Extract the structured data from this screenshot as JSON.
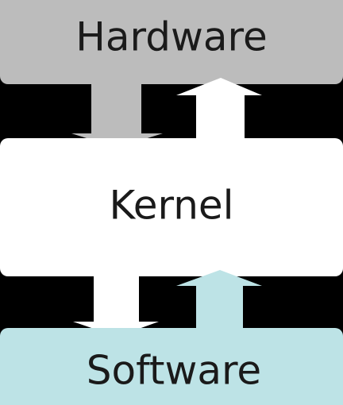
{
  "layers": {
    "hardware": {
      "label": "Hardware",
      "color": "#bcbcbc"
    },
    "kernel": {
      "label": "Kernel",
      "color": "#ffffff"
    },
    "software": {
      "label": "Software",
      "color": "#bde3e6"
    }
  },
  "arrows": {
    "hardware_to_kernel": {
      "direction": "down",
      "color": "#bcbcbc"
    },
    "kernel_to_hardware": {
      "direction": "up",
      "color": "#ffffff"
    },
    "kernel_to_software": {
      "direction": "down",
      "color": "#ffffff"
    },
    "software_to_kernel": {
      "direction": "up",
      "color": "#bde3e6"
    }
  }
}
